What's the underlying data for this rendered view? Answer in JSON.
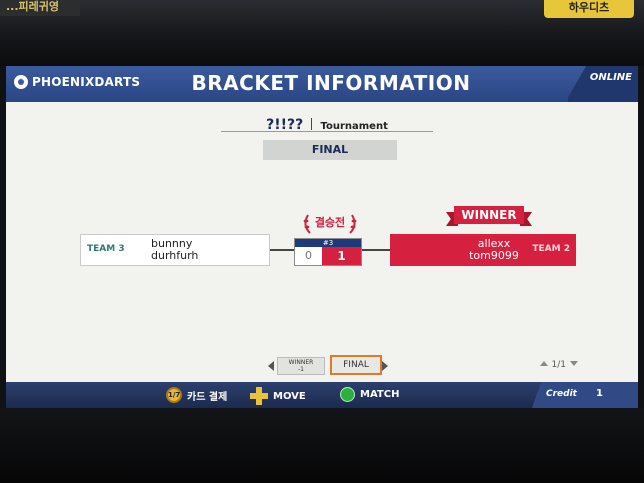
{
  "bezel": {
    "sign_left": "...피레귀영",
    "sign_right": "하우디츠"
  },
  "header": {
    "brand": "PHOENIXDARTS",
    "title": "BRACKET INFORMATION",
    "status": "ONLINE"
  },
  "tournament": {
    "name": "?!!??",
    "type": "Tournament",
    "round": "FINAL"
  },
  "match": {
    "badge": "결승전",
    "number": "#3",
    "left": {
      "team": "TEAM 3",
      "players": [
        "bunnny",
        "durhfurh"
      ],
      "score": "0"
    },
    "right": {
      "team": "TEAM 2",
      "players": [
        "allexx",
        "tom9099"
      ],
      "score": "1",
      "result": "WINNER"
    }
  },
  "round_nav": {
    "winner_label": "WINNER",
    "winner_value": "-1",
    "final_label": "FINAL"
  },
  "pager": {
    "text": "1/1"
  },
  "footer": {
    "coin_icon_text": "1/7",
    "pay": "카드 결제",
    "move": "MOVE",
    "match": "MATCH",
    "credit_label": "Credit",
    "credit_value": "1"
  },
  "colors": {
    "header_blue": "#2a4584",
    "winner_red": "#d6203f",
    "team_green": "#2f7b72",
    "nav_highlight": "#e07a2b"
  }
}
